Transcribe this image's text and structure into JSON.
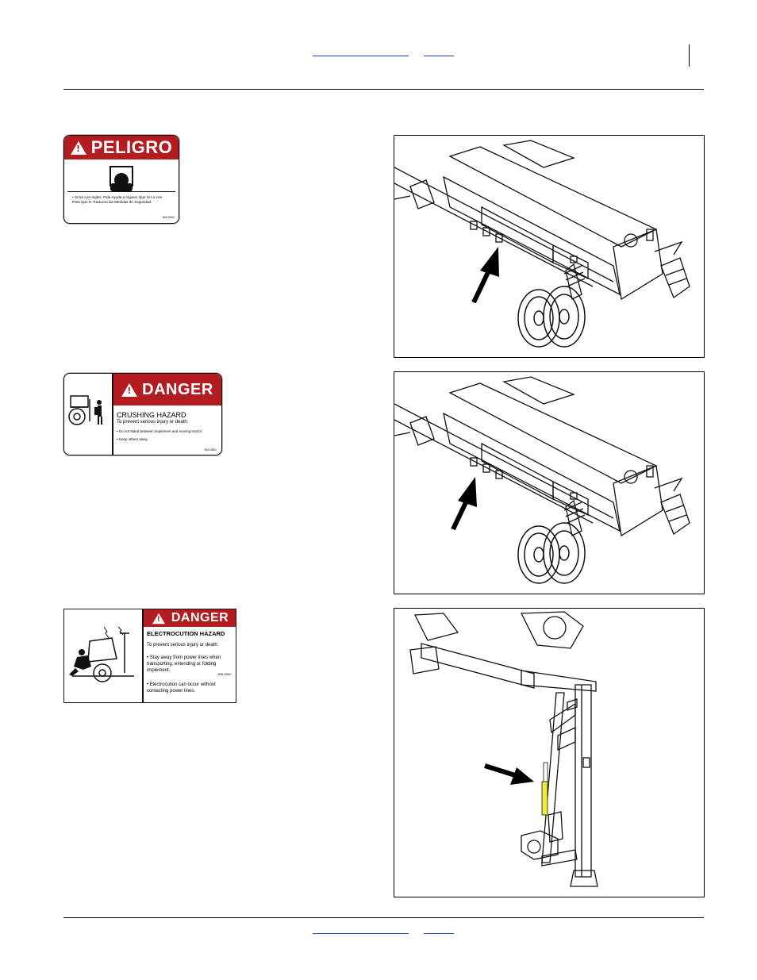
{
  "header": {
    "link_1": "",
    "link_2": ""
  },
  "footer": {
    "link_1": "",
    "link_2": ""
  },
  "decals": [
    {
      "header": "PELIGRO",
      "text": "Si No Lee Ingles, Pida Ayuda a Alguien Que Si Lo Lee Para Que le Traduzca las Medidas de Seguridad.",
      "part_no": "818-009C"
    },
    {
      "header": "DANGER",
      "hazard": "CRUSHING HAZARD",
      "subtitle": "To prevent serious injury or death:",
      "bullets": [
        "Do not stand between implement and moving tractor.",
        "Keep others away."
      ],
      "part_no": "818-065C"
    },
    {
      "header": "DANGER",
      "hazard": "ELECTROCUTION HAZARD",
      "subtitle": "To prevent serious injury or death:",
      "bullets": [
        "Stay away from power lines when transporting, extending or folding implement.",
        "Electrocution can occur without contacting power lines."
      ],
      "part_no": "808-099C"
    }
  ],
  "colors": {
    "danger_red": "#b31c20",
    "highlight_yellow": "#f3ea3a"
  }
}
